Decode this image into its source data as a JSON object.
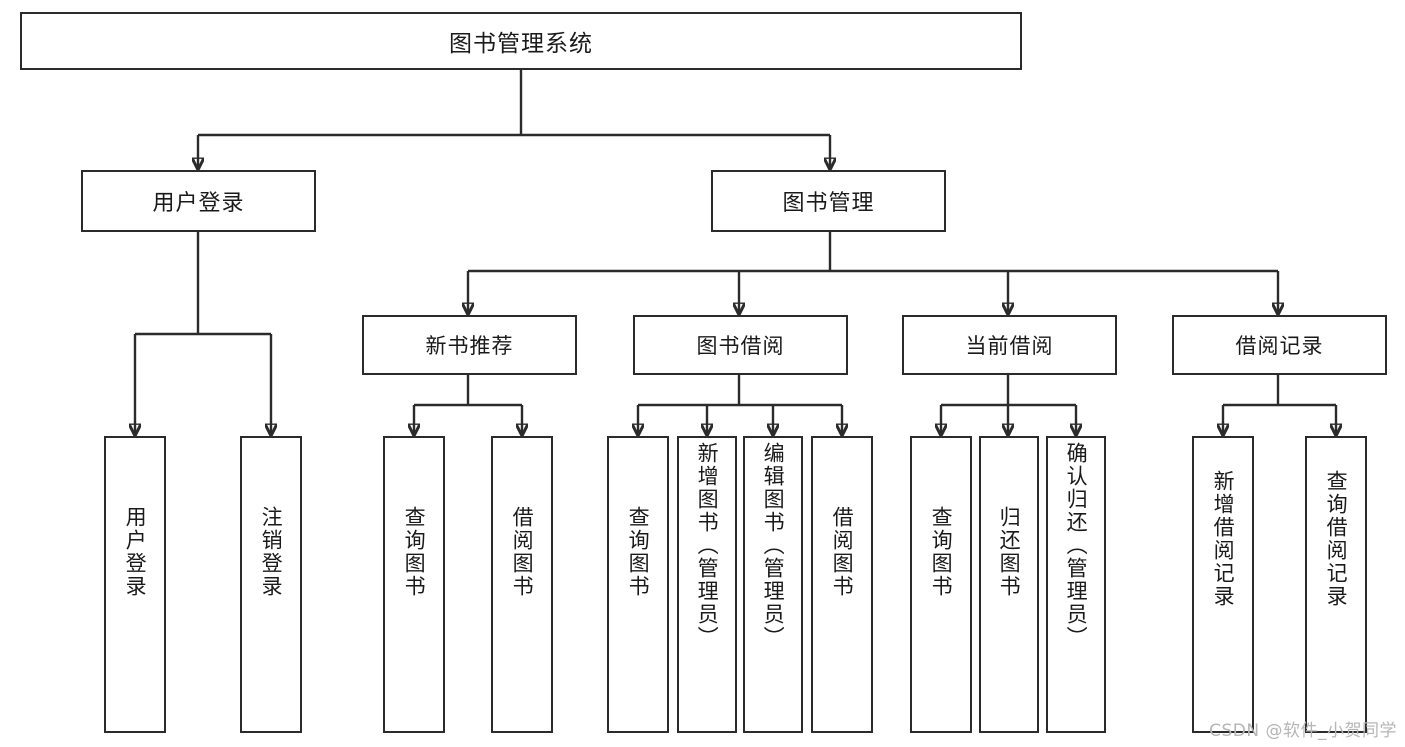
{
  "diagram": {
    "type": "tree",
    "title": "图书管理系统",
    "watermark": "CSDN @软件_小贺同学",
    "palette": {
      "box_border": "#2b2b2b",
      "box_fill": "#ffffff",
      "line": "#2b2b2b",
      "text": "#1a1a1a",
      "watermark": "#b6b6b6",
      "background": "#ffffff"
    },
    "root": {
      "label": "图书管理系统"
    },
    "level2": [
      {
        "label": "用户登录"
      },
      {
        "label": "图书管理"
      }
    ],
    "level3": [
      {
        "label": "新书推荐"
      },
      {
        "label": "图书借阅"
      },
      {
        "label": "当前借阅"
      },
      {
        "label": "借阅记录"
      }
    ],
    "leaves": {
      "user_login": [
        {
          "label": "用户登录"
        },
        {
          "label": "注销登录"
        }
      ],
      "new_book_recommend": [
        {
          "label": "查询图书"
        },
        {
          "label": "借阅图书"
        }
      ],
      "book_borrow": [
        {
          "label": "查询图书"
        },
        {
          "label": "新增图书（管理员）"
        },
        {
          "label": "编辑图书（管理员）"
        },
        {
          "label": "借阅图书"
        }
      ],
      "current_borrow": [
        {
          "label": "查询图书"
        },
        {
          "label": "归还图书"
        },
        {
          "label": "确认归还（管理员）"
        }
      ],
      "borrow_record": [
        {
          "label": "新增借阅记录"
        },
        {
          "label": "查询借阅记录"
        }
      ]
    }
  }
}
